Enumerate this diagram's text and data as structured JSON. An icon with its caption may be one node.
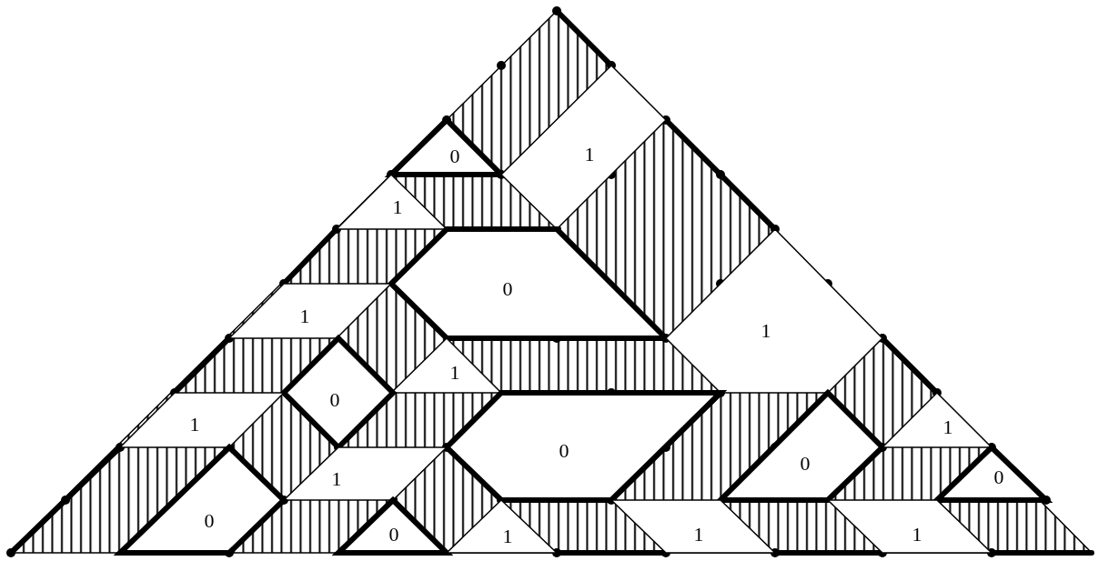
{
  "diagram": {
    "nodes": [
      {
        "text": [
          "0"
        ]
      },
      {
        "text": [
          "1"
        ]
      },
      {
        "text": [
          "1"
        ]
      },
      {
        "text": [
          "0"
        ]
      },
      {
        "text": [
          "1"
        ]
      },
      {
        "text": [
          "1"
        ]
      },
      {
        "text": [
          "1"
        ]
      },
      {
        "text": [
          "0"
        ]
      },
      {
        "text": [
          "1"
        ]
      },
      {
        "text": [
          "0"
        ]
      },
      {
        "text": [
          "0"
        ]
      },
      {
        "text": [
          "1"
        ]
      },
      {
        "text": [
          "1"
        ]
      },
      {
        "text": [
          "0"
        ]
      },
      {
        "text": [
          "0"
        ]
      },
      {
        "text": [
          "0"
        ]
      },
      {
        "text": [
          "1"
        ]
      },
      {
        "text": [
          "1"
        ]
      },
      {
        "text": [
          "1"
        ]
      }
    ]
  }
}
